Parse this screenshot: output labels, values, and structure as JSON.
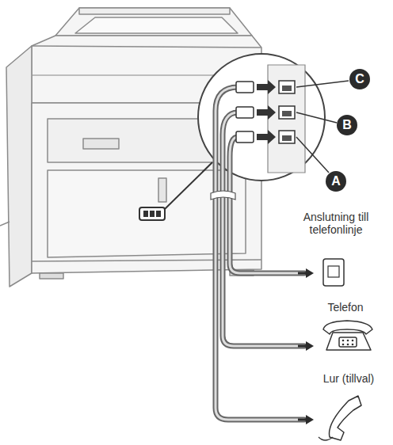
{
  "diagram": {
    "nodes": [
      {
        "text": [
          "C"
        ]
      },
      {
        "text": [
          "B"
        ]
      },
      {
        "text": [
          "A"
        ]
      }
    ],
    "labels": [
      "Anslutning till telefonlinje",
      "Telefon",
      "Lur (tillval)"
    ]
  }
}
